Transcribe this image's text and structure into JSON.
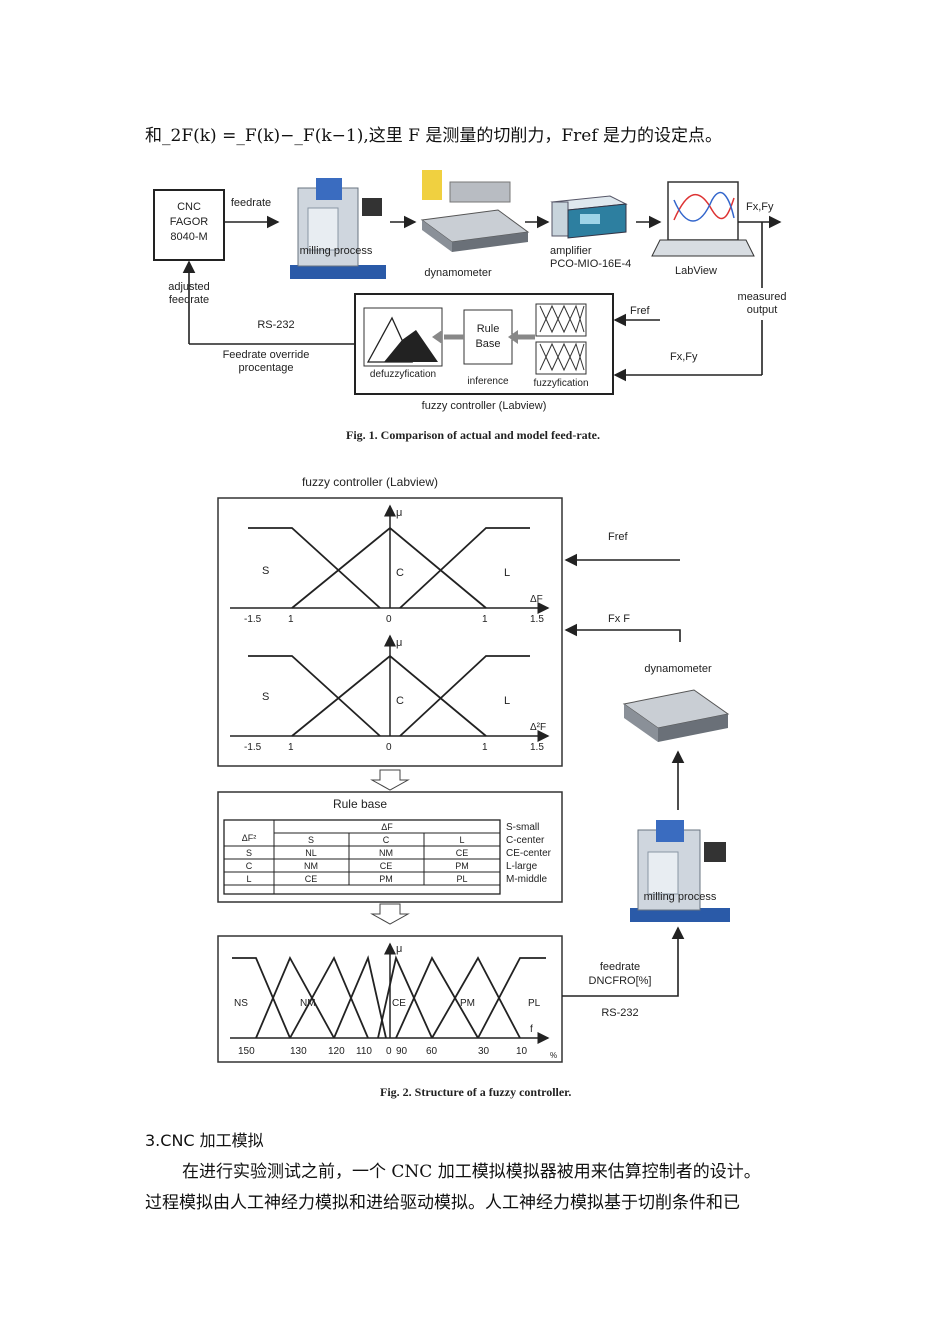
{
  "top_line": "和_2F(k) =_F(k)−_F(k−1),这里 F 是测量的切削力，Fref 是力的设定点。",
  "fig1": {
    "cnc_label_1": "CNC",
    "cnc_label_2": "FAGOR",
    "cnc_label_3": "8040-M",
    "feedrate": "feedrate",
    "milling_process": "milling process",
    "dynamometer": "dynamometer",
    "amplifier_1": "amplifier",
    "amplifier_2": "PCO-MIO-16E-4",
    "labview": "LabView",
    "fxfy_top": "Fx,Fy",
    "adjusted_1": "adjusted",
    "adjusted_2": "feedrate",
    "measured_1": "measured",
    "measured_2": "output",
    "rs232": "RS-232",
    "override_1": "Feedrate override",
    "override_2": "procentage",
    "rule_1": "Rule",
    "rule_2": "Base",
    "fref": "Fref",
    "fxfy_bottom": "Fx,Fy",
    "defuzzyfication": "defuzzyfication",
    "inference": "inference",
    "fuzzyfication": "fuzzyfication",
    "fuzzy_controller": "fuzzy controller (Labview)",
    "caption": "Fig. 1.  Comparison of actual and model feed-rate."
  },
  "fig2": {
    "title": "fuzzy controller (Labview)",
    "mu": "μ",
    "sets_top": [
      "S",
      "C",
      "L"
    ],
    "dF": "ΔF",
    "d2F": "Δ²F",
    "ticks": [
      "-1.5",
      "1",
      "0",
      "1",
      "1.5"
    ],
    "fref": "Fref",
    "fxfy": "Fx  F",
    "dynamometer": "dynamometer",
    "milling_process": "milling process",
    "rule_base_title": "Rule base",
    "table": {
      "corner": "ΔF²",
      "col_group": "ΔF",
      "cols": [
        "S",
        "C",
        "L"
      ],
      "rows": [
        {
          "h": "S",
          "c": [
            "NL",
            "NM",
            "CE"
          ]
        },
        {
          "h": "C",
          "c": [
            "NM",
            "CE",
            "PM"
          ]
        },
        {
          "h": "L",
          "c": [
            "CE",
            "PM",
            "PL"
          ]
        }
      ]
    },
    "legend": [
      "S-small",
      "C-center",
      "CE-center",
      "L-large",
      "M-middle"
    ],
    "out_sets": [
      "NS",
      "NM",
      "CE",
      "PM",
      "PL"
    ],
    "f": "f",
    "out_ticks": [
      "150",
      "130",
      "120",
      "110",
      "0",
      "90",
      "60",
      "30",
      "10",
      "%"
    ],
    "feedrate_1": "feedrate",
    "feedrate_2": "DNCFRO[%]",
    "rs232": "RS-232",
    "caption": "Fig. 2.  Structure of a fuzzy controller."
  },
  "section_heading": "3.CNC 加工模拟",
  "para_1": "在进行实验测试之前，一个 CNC 加工模拟模拟器被用来估算控制者的设计。",
  "para_2": "过程模拟由人工神经力模拟和进给驱动模拟。人工神经力模拟基于切削条件和已"
}
